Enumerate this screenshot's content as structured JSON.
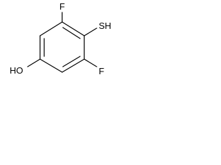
{
  "molecule": {
    "labels": {
      "fluorine_top": "F",
      "thiol": "SH",
      "hydroxyl": "HO",
      "fluorine_bottom": "F"
    }
  }
}
